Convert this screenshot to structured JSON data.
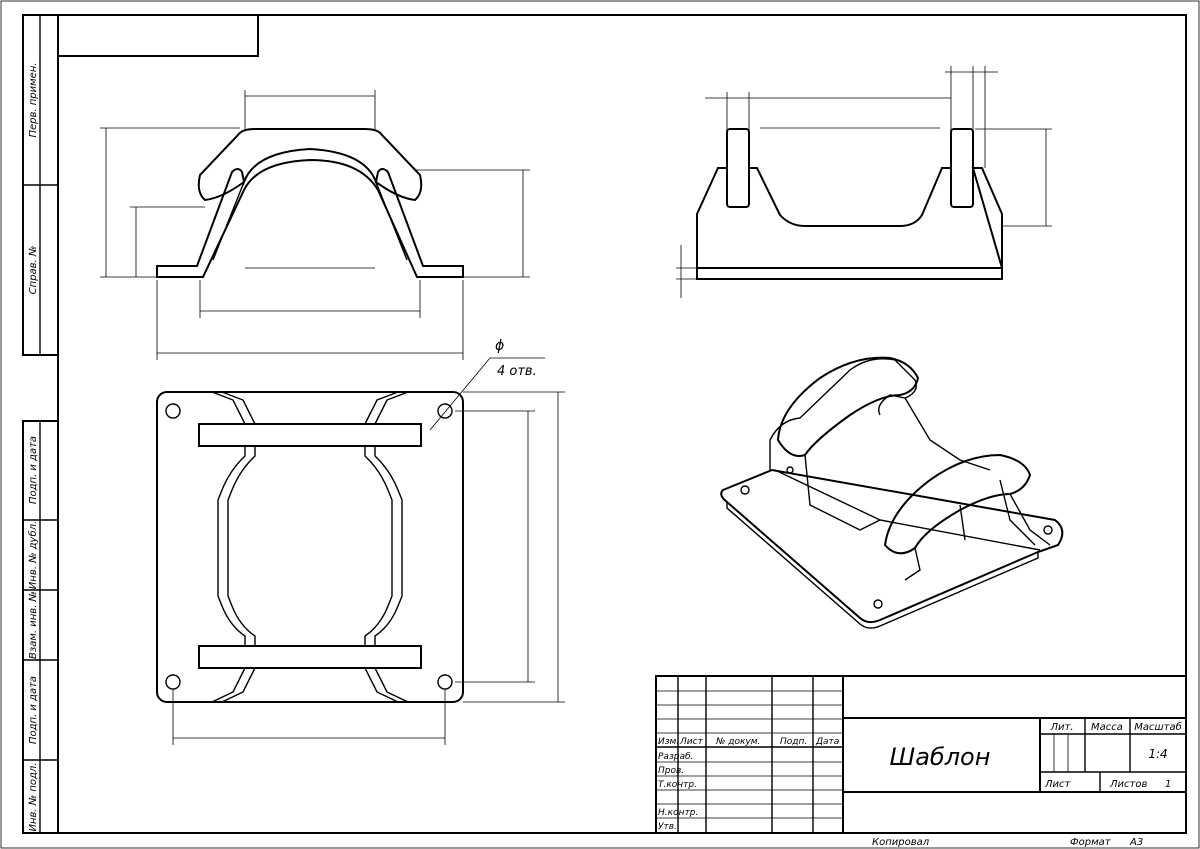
{
  "side_stamp": {
    "perv_primen": "Перв. примен.",
    "sprav_no": "Справ. №",
    "podp_i_data_1": "Подп. и дата",
    "inv_no_dubl": "Инв. № дубл.",
    "vzam_inv_no": "Взам. инв. №",
    "podp_i_data_2": "Подп. и дата",
    "inv_no_podl": "Инв. № подл."
  },
  "drawing": {
    "hole_symbol": "ϕ",
    "hole_count": "4 отв."
  },
  "title_block": {
    "col_izm": "Изм.",
    "col_list": "Лист",
    "col_doc_no": "№ докум.",
    "col_podp": "Подп.",
    "col_data": "Дата",
    "row_razrab": "Разраб.",
    "row_prov": "Пров.",
    "row_tkontr": "Т.контр.",
    "row_nkontr": "Н.контр.",
    "row_utv": "Утв.",
    "title": "Шаблон",
    "lit_label": "Лит.",
    "massa_label": "Масса",
    "masshtab_label": "Масштаб",
    "masshtab_value": "1:4",
    "list_label": "Лист",
    "listov_label": "Листов",
    "listov_value": "1"
  },
  "footer": {
    "kopiroval": "Копировал",
    "format_label": "Формат",
    "format_value": "А3"
  }
}
